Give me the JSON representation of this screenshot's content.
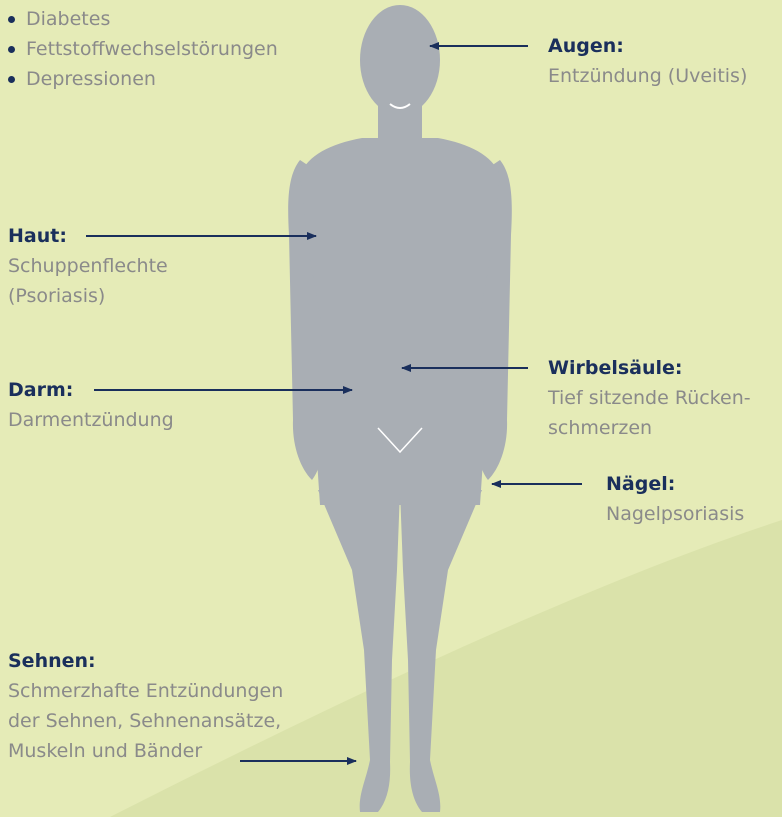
{
  "conditions": [
    "Diabetes",
    "Fettstoffwechselstörungen",
    "Depressionen"
  ],
  "annotations": {
    "augen": {
      "title": "Augen:",
      "lines": [
        "Entzündung (Uveitis)"
      ]
    },
    "haut": {
      "title": "Haut:",
      "lines": [
        "Schuppenflechte",
        "(Psoriasis)"
      ]
    },
    "wirbelsaeule": {
      "title": "Wirbelsäule:",
      "lines": [
        "Tief sitzende Rücken-",
        "schmerzen"
      ]
    },
    "darm": {
      "title": "Darm:",
      "lines": [
        "Darmentzündung"
      ]
    },
    "naegel": {
      "title": "Nägel:",
      "lines": [
        "Nagelpsoriasis"
      ]
    },
    "sehnen": {
      "title": "Sehnen:",
      "lines": [
        "Schmerzhafte Entzündungen",
        "der Sehnen, Sehnenansätze,",
        "Muskeln und Bänder"
      ]
    }
  },
  "colors": {
    "background": "#e5ebb7",
    "background_lower": "#dae2aa",
    "figure": "#a9aeb4",
    "accent": "#1a2f5c",
    "text": "#8a8a8a"
  }
}
